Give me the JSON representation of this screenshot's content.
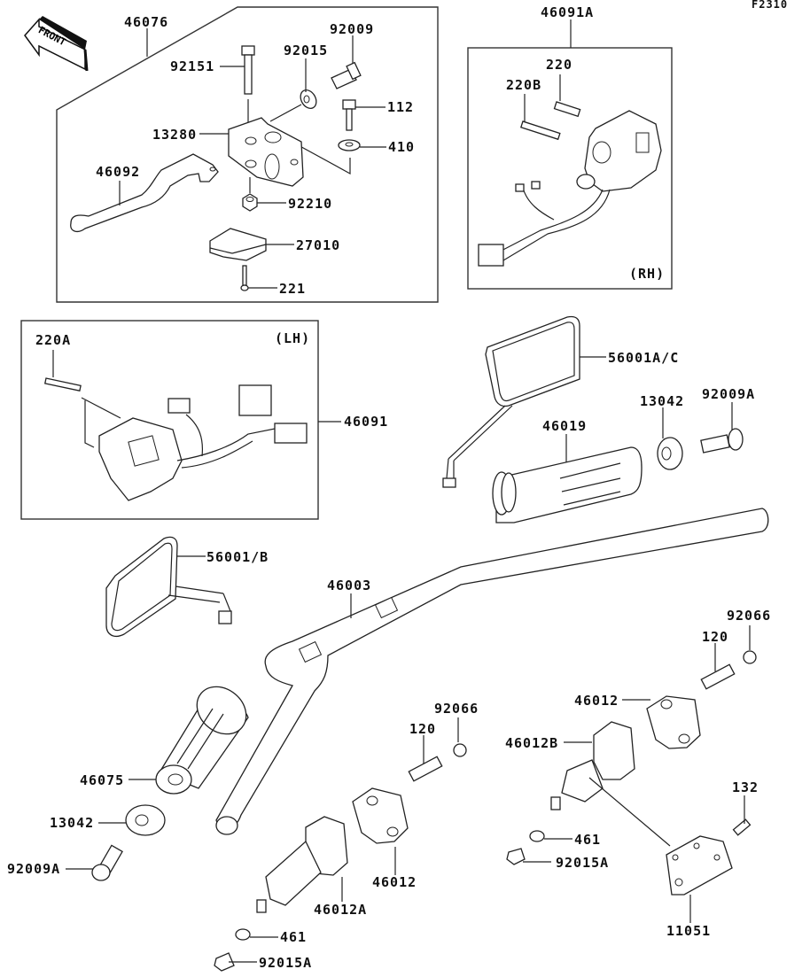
{
  "figure_code": "F2310",
  "front_arrow": {
    "label": "FRONT",
    "icon": "front-arrow-icon"
  },
  "groups": {
    "clutch_lever": {
      "assembly": "46076"
    },
    "rh_switch": {
      "assembly": "46091A",
      "side": "(RH)"
    },
    "lh_switch": {
      "assembly": "46091",
      "side": "(LH)"
    }
  },
  "labels": {
    "p46076": "46076",
    "p92151": "92151",
    "p92015": "92015",
    "p92009": "92009",
    "p112": "112",
    "p13280": "13280",
    "p410": "410",
    "p46092": "46092",
    "p92210": "92210",
    "p27010": "27010",
    "p221": "221",
    "p46091A": "46091A",
    "p220": "220",
    "p220B": "220B",
    "rh": "(RH)",
    "p220A": "220A",
    "lh": "(LH)",
    "p46091": "46091",
    "p56001AC": "56001A/C",
    "p13042r": "13042",
    "p92009Ar": "92009A",
    "p46019": "46019",
    "p56001B": "56001/B",
    "p46003": "46003",
    "p92066r": "92066",
    "p120r": "120",
    "p46012r": "46012",
    "p46012B": "46012B",
    "p92066l": "92066",
    "p120l": "120",
    "p46075": "46075",
    "p13042l": "13042",
    "p92009Al": "92009A",
    "p461r": "461",
    "p92015Ar": "92015A",
    "p132": "132",
    "p46012l": "46012",
    "p46012A": "46012A",
    "p11051": "11051",
    "p461l": "461",
    "p92015Al": "92015A"
  }
}
